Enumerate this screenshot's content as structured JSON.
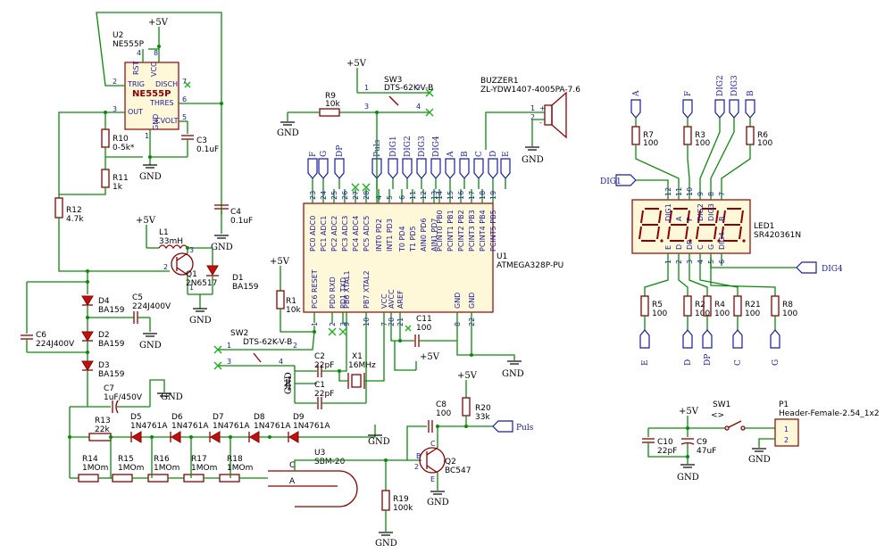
{
  "power": {
    "vcc": "+5V",
    "gnd": "GND"
  },
  "u2": {
    "ref": "U2",
    "value": "NE555P",
    "name": "NE555P",
    "pins": {
      "trig": "TRIG",
      "out": "OUT",
      "rst": "RST",
      "vcc": "VCC",
      "disch": "DISCH",
      "thres": "THRES",
      "cout": "CVOLT",
      "gnd": "GND"
    },
    "pin_numbers": {
      "p1": "1",
      "p2": "2",
      "p3": "3",
      "p4": "4",
      "p5": "5",
      "p6": "6",
      "p7": "7",
      "p8": "8"
    }
  },
  "u1": {
    "ref": "U1",
    "value": "ATMEGA328P-PU",
    "top_pins": [
      "PC0 ADC0",
      "PC1 ADC1",
      "PC2 ADC2",
      "PC3 ADC3",
      "PC4 ADC4",
      "PC5 ADC5",
      "INT0 PD2",
      "INT1 PD3",
      "T0 PD4",
      "T1 PD5",
      "AIN0 PD6",
      "AIN1 PD7",
      "PCINT0 PB0",
      "PCINT1 PB1",
      "PCINT2 PB2",
      "PCINT3 PB3",
      "PCINT4 PB4",
      "PCINT5 PB5"
    ],
    "top_pin_numbers": [
      "23",
      "24",
      "25",
      "26",
      "27",
      "28",
      "4",
      "5",
      "6",
      "11",
      "12",
      "13",
      "14",
      "15",
      "16",
      "17",
      "18",
      "19"
    ],
    "bottom_pins": [
      "PC6 RESET",
      "PD0 RXD",
      "PD1 TXD",
      "PB6 XTAL1",
      "PB7 XTAL2",
      "VCC",
      "AVCC",
      "AREF",
      "GND",
      "GND"
    ],
    "bottom_pin_numbers": [
      "1",
      "2",
      "3",
      "9",
      "10",
      "7",
      "20",
      "21",
      "8",
      "22"
    ]
  },
  "net_labels_top": [
    "F",
    "G",
    "DP",
    "Puls",
    "DIG1",
    "DIG2",
    "DIG3",
    "DIG4",
    "A",
    "B",
    "C",
    "D",
    "E"
  ],
  "led": {
    "ref": "LED1",
    "value": "SR420361N",
    "top_pins": [
      "12",
      "11",
      "10",
      "9",
      "8",
      "7"
    ],
    "top_names": [
      "DIG1",
      "A",
      "F",
      "DIG2",
      "DIG3",
      "B"
    ],
    "bottom_pins": [
      "1",
      "2",
      "3",
      "4",
      "5",
      "6"
    ],
    "bottom_names": [
      "E",
      "D",
      "DP",
      "C",
      "G",
      "DIG4"
    ],
    "digit1": "DIG1",
    "digit4": "DIG4"
  },
  "led_top_labels": [
    "A",
    "F",
    "DIG2",
    "DIG3",
    "B"
  ],
  "led_top_res": [
    {
      "ref": "R7",
      "value": "100"
    },
    {
      "ref": "R3",
      "value": "100"
    },
    {
      "ref": "R6",
      "value": "100"
    }
  ],
  "led_bottom_res": [
    {
      "ref": "R5",
      "value": "100"
    },
    {
      "ref": "R2",
      "value": "100"
    },
    {
      "ref": "R4",
      "value": "100"
    },
    {
      "ref": "R21",
      "value": "100"
    },
    {
      "ref": "R8",
      "value": "100"
    }
  ],
  "led_bottom_labels": [
    "E",
    "D",
    "DP",
    "C",
    "G"
  ],
  "sw3": {
    "ref": "SW3",
    "value": "DTS-62K-V-B",
    "pins": [
      "1",
      "2",
      "3",
      "4"
    ]
  },
  "sw2": {
    "ref": "SW2",
    "value": "DTS-62K-V-B",
    "pins": [
      "1",
      "2",
      "3",
      "4"
    ]
  },
  "sw1": {
    "ref": "SW1",
    "value": "<>"
  },
  "buzzer": {
    "ref": "BUZZER1",
    "value": "ZL-YDW1407-4005PA-7.6",
    "pin_plus": "+",
    "pin_minus": "-",
    "p1": "1",
    "p2": "2"
  },
  "p1": {
    "ref": "P1",
    "value": "Header-Female-2.54_1x2",
    "pins": [
      "1",
      "2"
    ]
  },
  "resistors": {
    "r9": {
      "ref": "R9",
      "value": "10k"
    },
    "r1": {
      "ref": "R1",
      "value": "10k"
    },
    "r10": {
      "ref": "R10",
      "value": "0-5k*"
    },
    "r11": {
      "ref": "R11",
      "value": "1k"
    },
    "r12": {
      "ref": "R12",
      "value": "4.7k"
    },
    "r13": {
      "ref": "R13",
      "value": "22k"
    },
    "r14": {
      "ref": "R14",
      "value": "1MOm"
    },
    "r15": {
      "ref": "R15",
      "value": "1MOm"
    },
    "r16": {
      "ref": "R16",
      "value": "1MOm"
    },
    "r17": {
      "ref": "R17",
      "value": "1MOm"
    },
    "r18": {
      "ref": "R18",
      "value": "1MOm"
    },
    "r19": {
      "ref": "R19",
      "value": "100k"
    },
    "r20": {
      "ref": "R20",
      "value": "33k"
    }
  },
  "capacitors": {
    "c3": {
      "ref": "C3",
      "value": "0.1uF"
    },
    "c4": {
      "ref": "C4",
      "value": "0.1uF"
    },
    "c5": {
      "ref": "C5",
      "value": "224J400V"
    },
    "c6": {
      "ref": "C6",
      "value": "224J400V"
    },
    "c7": {
      "ref": "C7",
      "value": "1uF/450V"
    },
    "c1": {
      "ref": "C1",
      "value": "22pF"
    },
    "c2": {
      "ref": "C2",
      "value": "22pF"
    },
    "c8": {
      "ref": "C8",
      "value": "100"
    },
    "c9": {
      "ref": "C9",
      "value": "47uF"
    },
    "c10": {
      "ref": "C10",
      "value": "22pF"
    },
    "c11": {
      "ref": "C11",
      "value": "100"
    }
  },
  "crystal": {
    "ref": "X1",
    "value": "16MHz"
  },
  "inductor": {
    "ref": "L1",
    "value": "33mH"
  },
  "q1": {
    "ref": "Q1",
    "value": "2N6517"
  },
  "q2": {
    "ref": "Q2",
    "value": "BC547",
    "b": "B",
    "c": "C",
    "e": "E"
  },
  "diodes": {
    "d1": {
      "ref": "D1",
      "value": "BA159"
    },
    "d2": {
      "ref": "D2",
      "value": "BA159"
    },
    "d3": {
      "ref": "D3",
      "value": "BA159"
    },
    "d4": {
      "ref": "D4",
      "value": "BA159"
    },
    "zeners": [
      {
        "ref": "D5",
        "value": "1N4761A"
      },
      {
        "ref": "D6",
        "value": "1N4761A"
      },
      {
        "ref": "D7",
        "value": "1N4761A"
      },
      {
        "ref": "D8",
        "value": "1N4761A"
      },
      {
        "ref": "D9",
        "value": "1N4761A"
      }
    ]
  },
  "tube": {
    "ref": "U3",
    "value": "SBM-20",
    "c": "C",
    "a": "A"
  },
  "puls_label": "Puls"
}
